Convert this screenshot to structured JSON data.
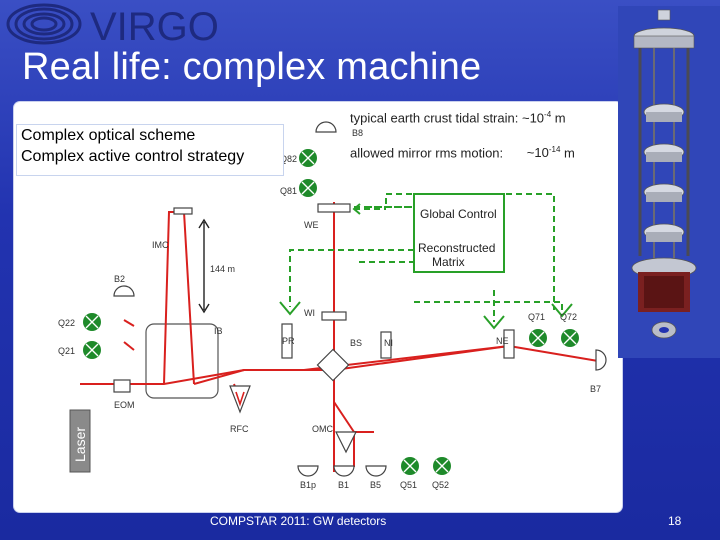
{
  "logo": {
    "text": "VIRGO"
  },
  "title": "Real life: complex machine",
  "textbox": {
    "line1": "Complex optical scheme",
    "line2": "Complex active control strategy"
  },
  "strain": {
    "label": "typical earth crust tidal strain:",
    "value": "~10",
    "exp": "-4",
    "unit": "m"
  },
  "motion": {
    "label": "allowed mirror rms motion:",
    "value": "~10",
    "exp": "-14",
    "unit": "m"
  },
  "diagram": {
    "global_control": "Global Control",
    "reconstructed_line1": "Reconstructed",
    "reconstructed_line2": "Matrix",
    "laser": "Laser",
    "labels": {
      "b8": "B8",
      "q82": "Q82",
      "q81": "Q81",
      "we": "WE",
      "imc": "IMC",
      "length": "144 m",
      "b2": "B2",
      "q22": "Q22",
      "q21": "Q21",
      "ib": "IB",
      "wi": "WI",
      "pr": "PR",
      "bs": "BS",
      "ni": "NI",
      "ne": "NE",
      "q71": "Q71",
      "q72": "Q72",
      "b7": "B7",
      "eom": "EOM",
      "rfc": "RFC",
      "omc": "OMC",
      "b1p": "B1p",
      "b1": "B1",
      "b5": "B5",
      "q51": "Q51",
      "q52": "Q52"
    }
  },
  "colors": {
    "beam": "#d9201e",
    "control": "#28a028",
    "background": "#2233b0"
  },
  "footer": "COMPSTAR 2011: GW detectors",
  "page_number": "18"
}
